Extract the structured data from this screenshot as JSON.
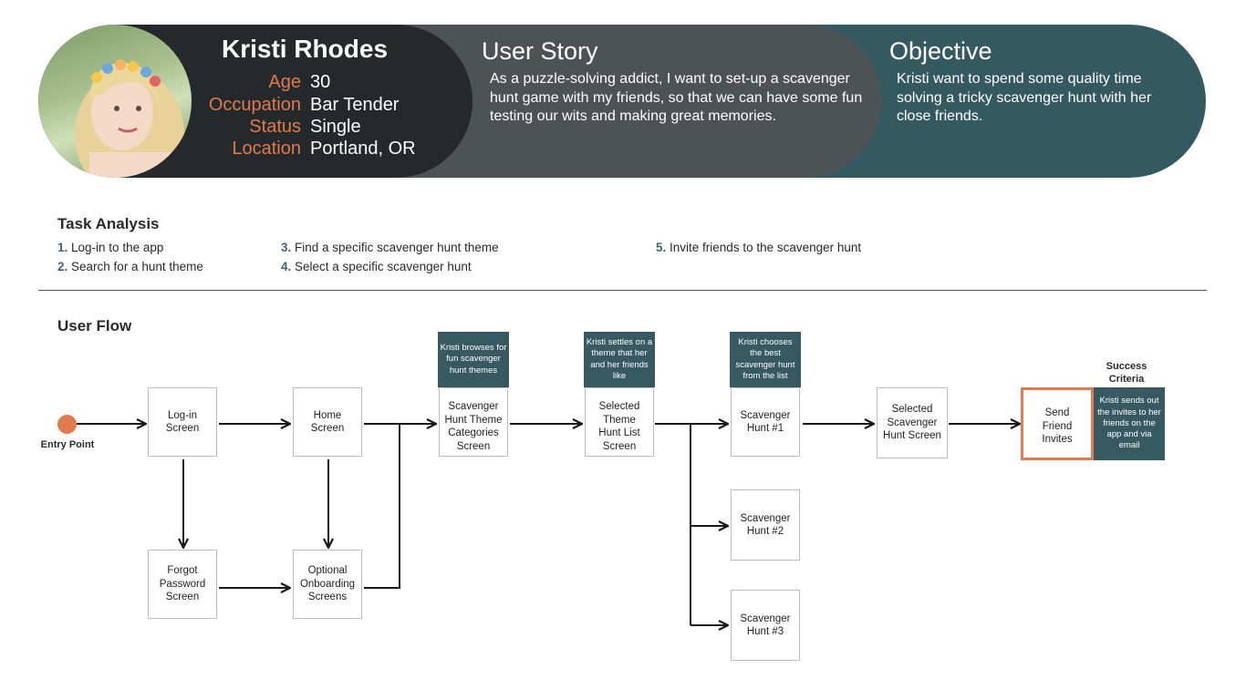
{
  "persona": {
    "name": "Kristi Rhodes",
    "fields": [
      {
        "key": "Age",
        "value": "30"
      },
      {
        "key": "Occupation",
        "value": "Bar Tender"
      },
      {
        "key": "Status",
        "value": "Single"
      },
      {
        "key": "Location",
        "value": "Portland, OR"
      }
    ]
  },
  "user_story": {
    "title": "User Story",
    "body": "As a puzzle-solving addict, I want to set-up a scavenger hunt game with my friends, so that we can have some fun testing our wits and making great memories."
  },
  "objective": {
    "title": "Objective",
    "body": "Kristi want to spend some quality time solving a tricky scavenger hunt with her close friends."
  },
  "task_analysis": {
    "title": "Task Analysis",
    "tasks": [
      {
        "num": "1.",
        "text": "Log-in to the app"
      },
      {
        "num": "2.",
        "text": "Search for a hunt theme"
      },
      {
        "num": "3.",
        "text": "Find a specific scavenger hunt theme"
      },
      {
        "num": "4.",
        "text": "Select a specific scavenger hunt"
      },
      {
        "num": "5.",
        "text": "Invite friends to the scavenger hunt"
      }
    ]
  },
  "user_flow": {
    "title": "User Flow",
    "entry_label": "Entry Point",
    "success_label": "Success Criteria",
    "steps": {
      "login": "1",
      "categories": "2",
      "theme_list": "3",
      "hunt1": "4",
      "invites": "5"
    },
    "screens": {
      "login": "Log-in Screen",
      "home": "Home Screen",
      "forgot": "Forgot Password Screen",
      "onboarding": "Optional Onboarding Screens",
      "categories": "Scavenger Hunt Theme Categories Screen",
      "theme_list": "Selected Theme Hunt List Screen",
      "hunt1": "Scavenger Hunt #1",
      "hunt2": "Scavenger Hunt #2",
      "hunt3": "Scavenger Hunt #3",
      "selected_hunt": "Selected Scavenger Hunt Screen",
      "invites": "Send Friend Invites"
    },
    "notes": {
      "categories": "Kristi browses for fun scavenger hunt themes",
      "theme_list": "Kristi settles on a theme that her and her friends like",
      "hunt1": "Kristi chooses the best scavenger hunt from the list",
      "success": "Kristi sends out the invites to her friends on the app and via email"
    }
  },
  "colors": {
    "accent": "#e07a4f",
    "teal": "#355960",
    "story_gray": "#4d5254",
    "persona_dark": "#25292b"
  }
}
